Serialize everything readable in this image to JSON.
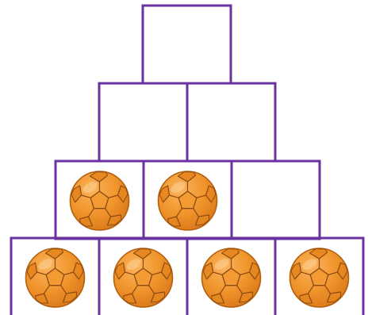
{
  "colors": {
    "frame": "#6a31a0",
    "ball_fill": "#f0942b",
    "ball_dark": "#d47318",
    "ball_line": "#7a3f0d",
    "ball_highlight": "#f9c27a"
  },
  "icon": "orange-ball-icon",
  "pyramid": {
    "rows": [
      {
        "name": "row-1",
        "cells": [
          {
            "ball": false
          }
        ]
      },
      {
        "name": "row-2",
        "cells": [
          {
            "ball": false
          },
          {
            "ball": false
          }
        ]
      },
      {
        "name": "row-3",
        "cells": [
          {
            "ball": true
          },
          {
            "ball": true
          },
          {
            "ball": false
          }
        ]
      },
      {
        "name": "row-4",
        "cells": [
          {
            "ball": true
          },
          {
            "ball": true
          },
          {
            "ball": true
          },
          {
            "ball": true
          }
        ]
      }
    ]
  }
}
